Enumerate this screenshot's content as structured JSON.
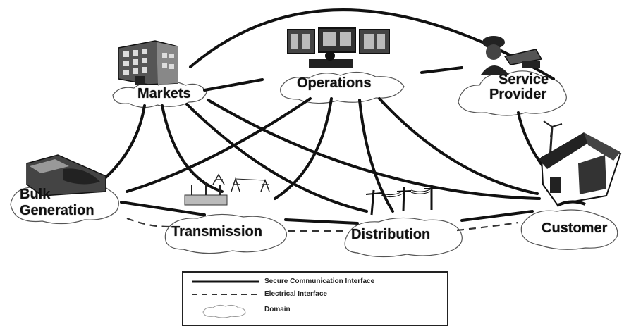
{
  "domains": {
    "markets": "Markets",
    "operations": "Operations",
    "service_provider": [
      "Service",
      "Provider"
    ],
    "bulk_generation": [
      "Bulk",
      "Generation"
    ],
    "transmission": "Transmission",
    "distribution": "Distribution",
    "customer": "Customer"
  },
  "legend": {
    "secure": "Secure Communication Interface",
    "electrical": "Electrical Interface",
    "domain": "Domain"
  },
  "icons": {
    "markets": "office-building-icon",
    "operations": "control-room-icon",
    "service_provider": "worker-icon",
    "bulk_generation": "power-plant-icon",
    "transmission": "substation-icon",
    "distribution": "power-pole-icon",
    "customer": "house-icon"
  },
  "colors": {
    "ink": "#111111"
  }
}
